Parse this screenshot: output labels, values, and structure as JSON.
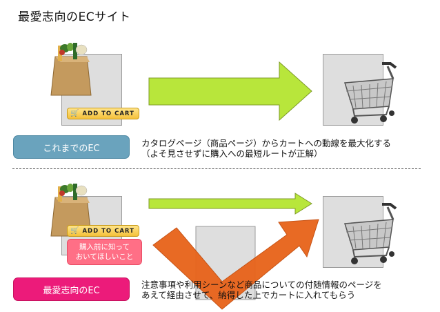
{
  "title": "最愛志向のECサイト",
  "colors": {
    "arrow_green": "#b8e63b",
    "arrow_orange": "#e8641c",
    "label_blue": "#6aa3bd",
    "label_pink": "#ec1b7a",
    "note_pink": "#ff6f86"
  },
  "top_section": {
    "add_to_cart": "ADD TO CART",
    "label": "これまでのEC",
    "caption_line1": "カタログページ（商品ページ）からカートへの動線を最大化する",
    "caption_line2": "（よそ見させずに購入への最短ルートが正解）"
  },
  "bottom_section": {
    "add_to_cart": "ADD TO CART",
    "note_line1": "購入前に知って",
    "note_line2": "おいてほしいこと",
    "label": "最愛志向のEC",
    "caption_line1": "注意事項や利用シーンなど商品についての付随情報のページを",
    "caption_line2": "あえて経由させて、納得した上でカートに入れてもらう"
  },
  "icons": {
    "grocery_bag": "grocery-bag-icon",
    "shopping_cart": "shopping-cart-icon",
    "mini_cart": "mini-cart-icon"
  }
}
